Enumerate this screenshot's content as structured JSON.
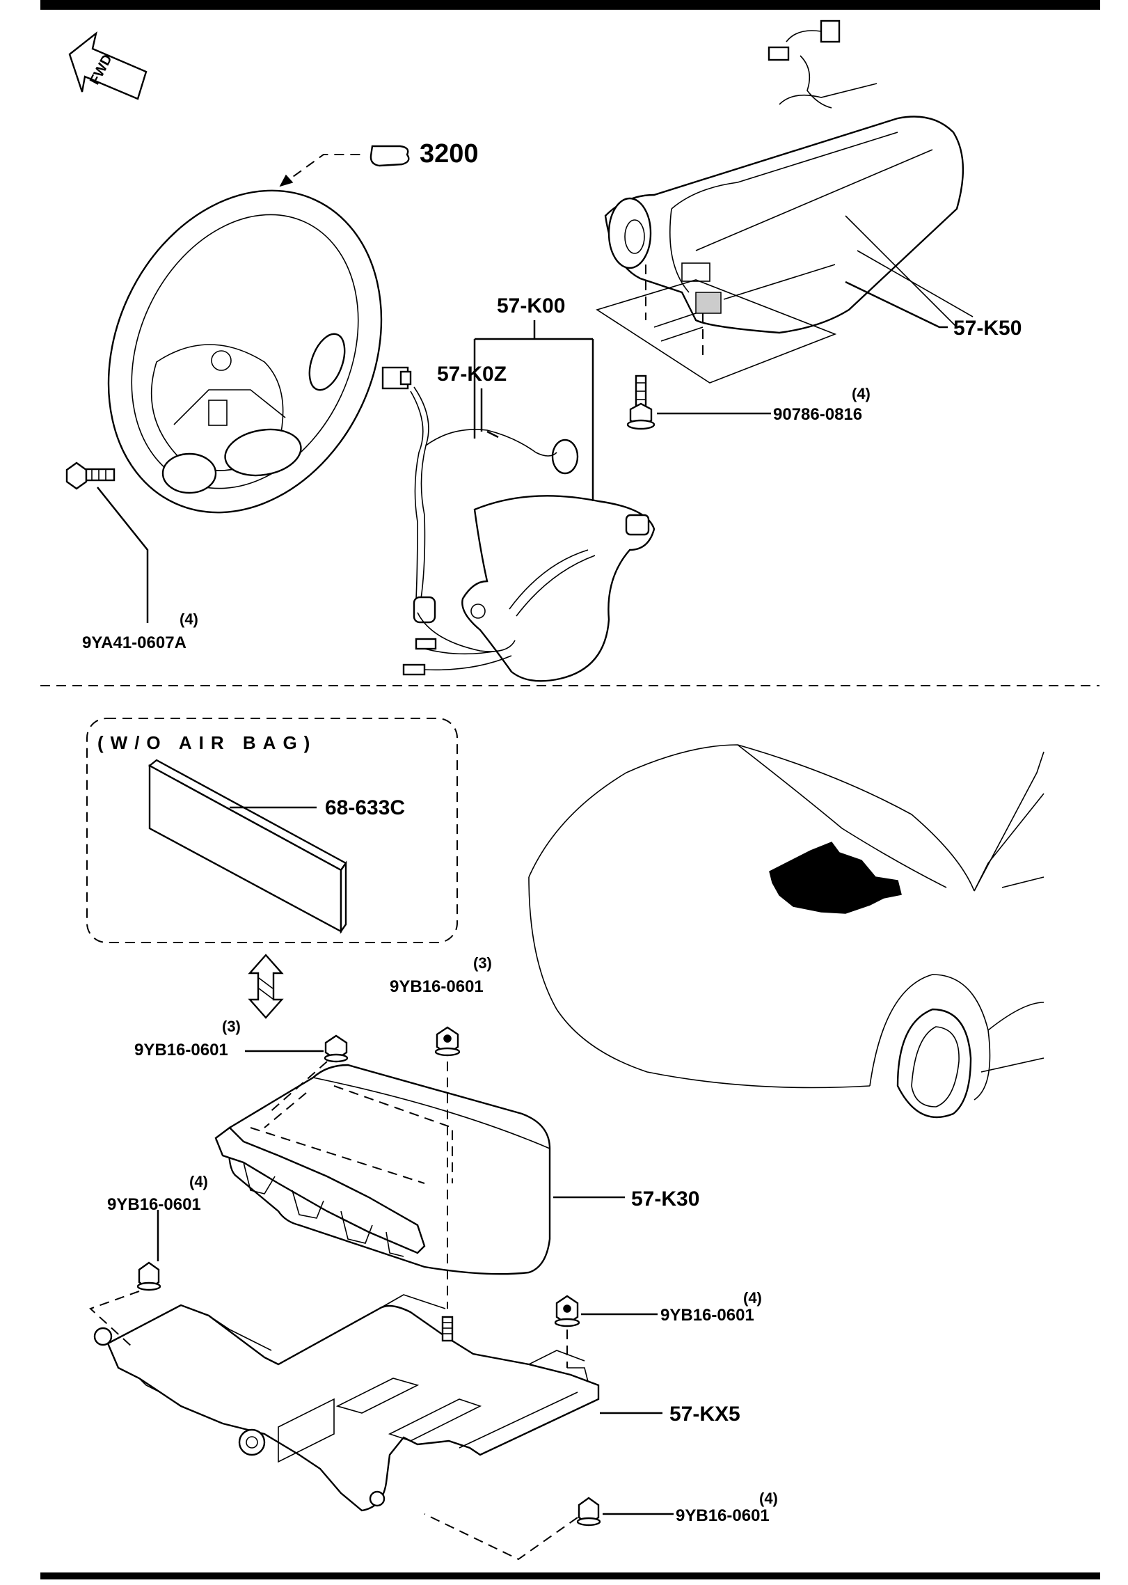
{
  "fwd_label": "FWD",
  "ref_arrow_label": "3200",
  "top_section": {
    "steering_wheel_bolt": {
      "part_no": "9YA41-0607A",
      "qty": "(4)"
    },
    "airbag_module_driver": {
      "part_no": "57-K00"
    },
    "airbag_harness": {
      "part_no": "57-K0Z"
    },
    "passenger_airbag": {
      "part_no": "57-K50"
    },
    "passenger_bolt": {
      "part_no": "90786-0816",
      "qty": "(4)"
    }
  },
  "bottom_section": {
    "wo_airbag_box_title": "(W/O AIR BAG)",
    "cover_plate": {
      "part_no": "68-633C"
    },
    "nut_top_left": {
      "part_no": "9YB16-0601",
      "qty": "(3)"
    },
    "nut_top_center": {
      "part_no": "9YB16-0601",
      "qty": "(3)"
    },
    "nut_left": {
      "part_no": "9YB16-0601",
      "qty": "(4)"
    },
    "sas_unit": {
      "part_no": "57-K30"
    },
    "nut_right": {
      "part_no": "9YB16-0601",
      "qty": "(4)"
    },
    "bracket": {
      "part_no": "57-KX5"
    },
    "nut_bottom": {
      "part_no": "9YB16-0601",
      "qty": "(4)"
    }
  }
}
